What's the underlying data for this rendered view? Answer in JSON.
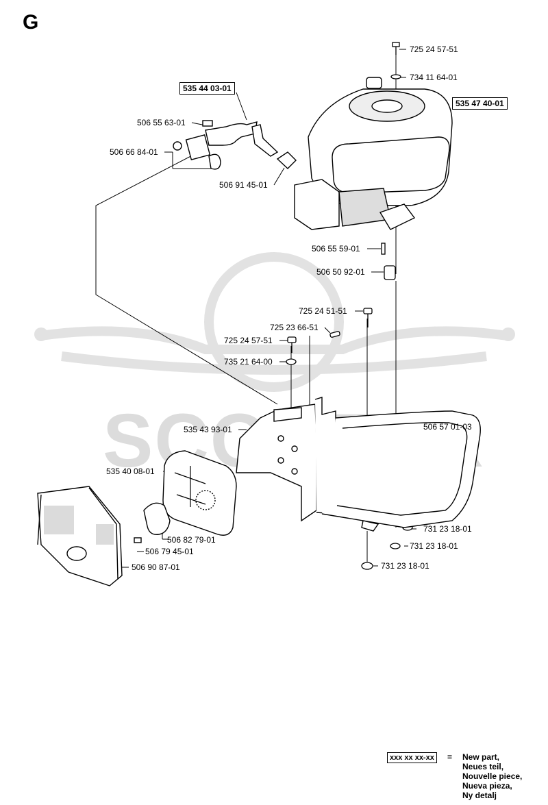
{
  "section": "G",
  "watermark": {
    "word": "SCOOTER",
    "suffix": "zip"
  },
  "labels": {
    "p72524_57_51_top": "725 24 57-51",
    "p73411_64_01": "734 11 64-01",
    "p53544_03_01": "535 44 03-01",
    "p53547_40_01": "535 47 40-01",
    "p50655_63_01": "506 55 63-01",
    "p50666_84_01": "506 66 84-01",
    "p50691_45_01": "506 91 45-01",
    "p50655_59_01": "506 55 59-01",
    "p50650_92_01": "506 50 92-01",
    "p72524_51_51": "725 24 51-51",
    "p72523_66_51": "725 23 66-51",
    "p72524_57_51_mid": "725 24 57-51",
    "p73521_64_00": "735 21 64-00",
    "p53543_93_01": "535 43 93-01",
    "p50657_01_03": "506 57 01-03",
    "p53540_08_01": "535 40 08-01",
    "p50682_79_01": "506 82 79-01",
    "p73123_18_01_a": "731 23 18-01",
    "p50679_45_01": "506 79 45-01",
    "p73123_18_01_b": "731 23 18-01",
    "p50690_87_01": "506 90 87-01",
    "p73123_18_01_c": "731 23 18-01"
  },
  "legend": {
    "key": "xxx xx xx-xx",
    "equals": "=",
    "lines": [
      "New part,",
      "Neues teil,",
      "Nouvelle piece,",
      "Nueva pieza,",
      "Ny detalj"
    ]
  }
}
